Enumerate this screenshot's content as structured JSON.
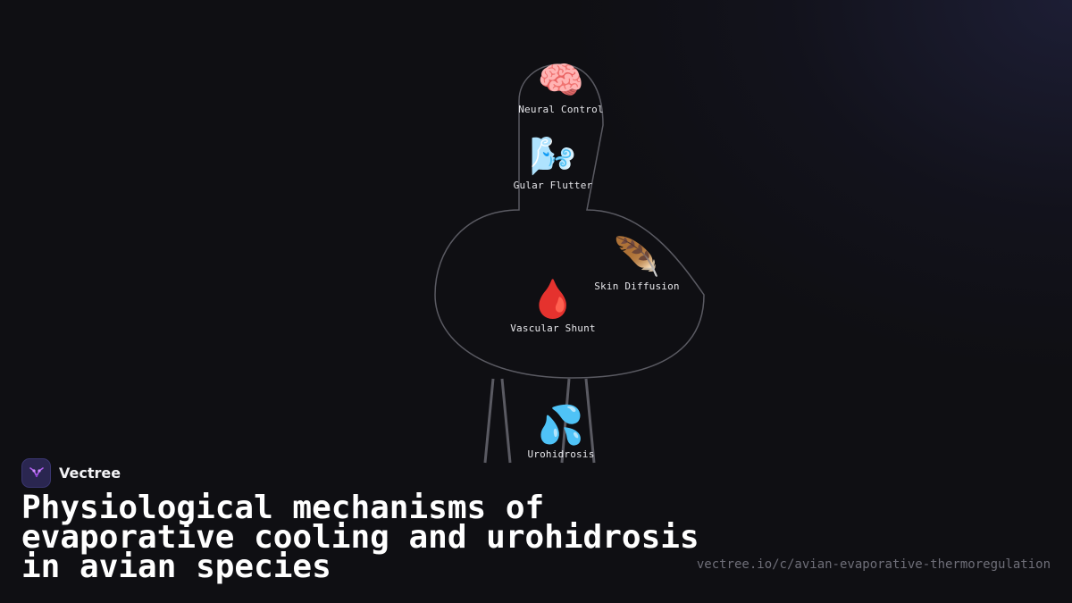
{
  "diagram": {
    "mechanisms": [
      {
        "id": "neural-control",
        "icon": "brain-icon",
        "emoji": "🧠",
        "label": "Neural Control"
      },
      {
        "id": "gular-flutter",
        "icon": "wind-face-icon",
        "emoji": "🌬️",
        "label": "Gular Flutter"
      },
      {
        "id": "skin-diffusion",
        "icon": "feather-icon",
        "emoji": "🪶",
        "label": "Skin Diffusion"
      },
      {
        "id": "vascular-shunt",
        "icon": "blood-drop-icon",
        "emoji": "🩸",
        "label": "Vascular Shunt"
      },
      {
        "id": "urohidrosis",
        "icon": "sweat-droplets-icon",
        "emoji": "💦",
        "label": "Urohidrosis"
      }
    ],
    "colors": {
      "outline": "#5a5a62",
      "background": "#0f0f13",
      "label": "#e6e6ea"
    }
  },
  "brand": {
    "name": "Vectree",
    "logo_icon": "vectree-logo-icon",
    "logo_color": "#2a2650",
    "logo_accent": "#b05cf0"
  },
  "title": "Physiological mechanisms of evaporative cooling and urohidrosis in avian species",
  "url": "vectree.io/c/avian-evaporative-thermoregulation"
}
